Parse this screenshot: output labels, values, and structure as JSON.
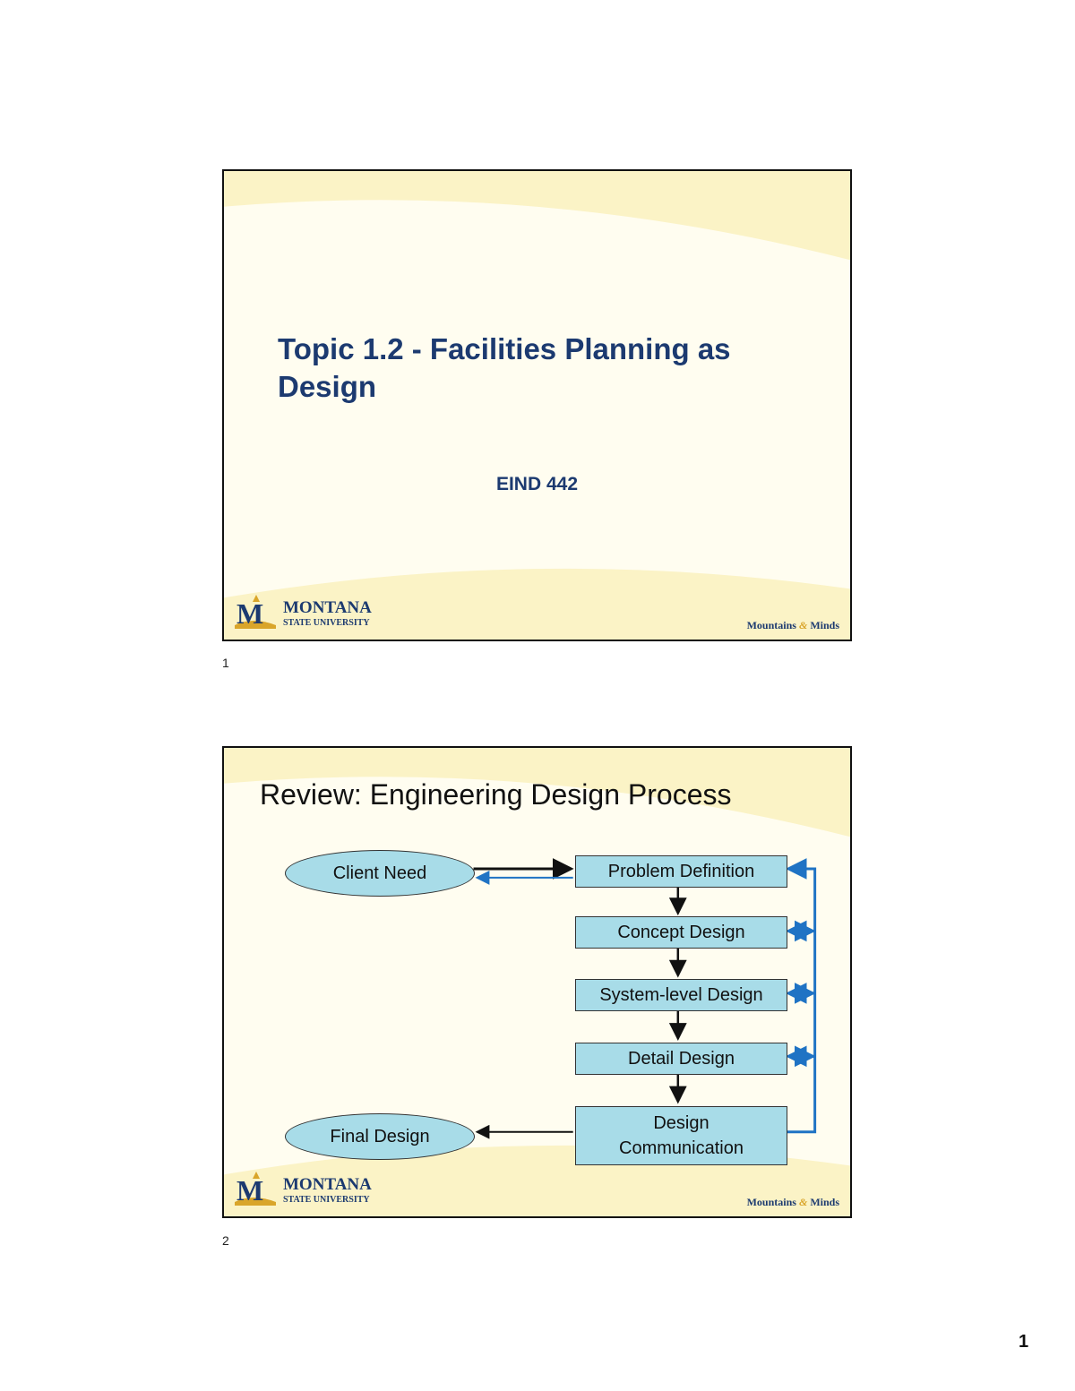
{
  "slide1": {
    "title": "Topic 1.2 - Facilities Planning as Design",
    "subtitle": "EIND 442",
    "slide_number": "1"
  },
  "slide2": {
    "title": "Review: Engineering Design Process",
    "slide_number": "2",
    "nodes": {
      "client_need": "Client Need",
      "final_design": "Final Design",
      "problem_definition": "Problem Definition",
      "concept_design": "Concept Design",
      "system_level_design": "System-level Design",
      "detail_design": "Detail Design",
      "design_communication": "Design Communication"
    }
  },
  "branding": {
    "logo_main": "MONTANA",
    "logo_sub": "STATE UNIVERSITY",
    "tagline_left": "Mountains",
    "tagline_amp": "&",
    "tagline_right": "Minds"
  },
  "colors": {
    "title_blue": "#1c3a70",
    "box_fill": "#a8dce8",
    "feedback_arrow": "#1f73c4",
    "gold": "#d9a52a"
  },
  "page_number": "1"
}
